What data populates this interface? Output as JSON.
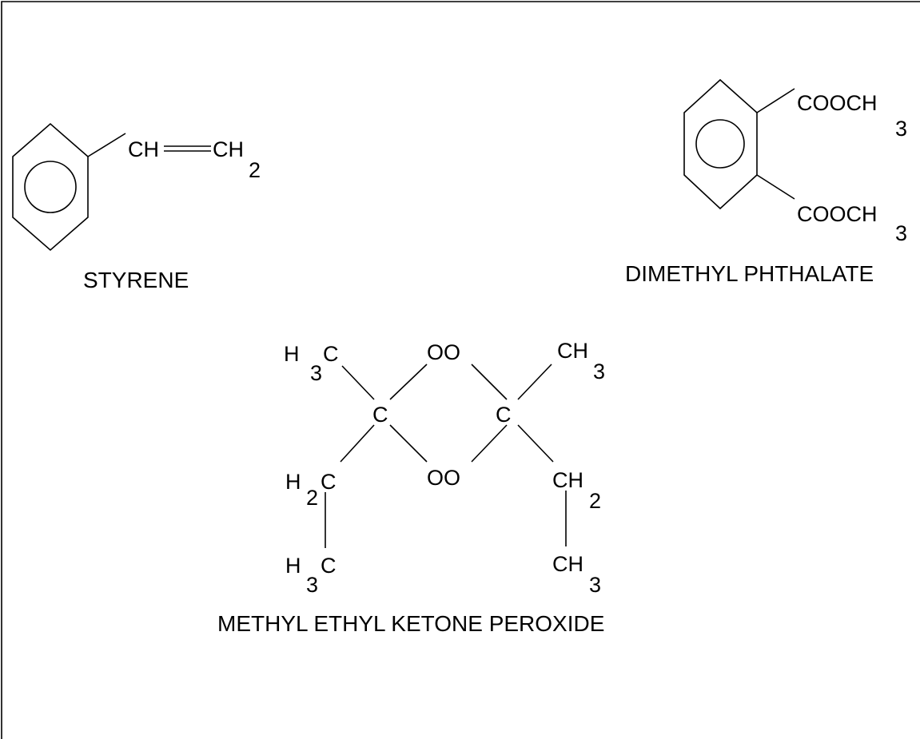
{
  "styrene": {
    "name": "STYRENE",
    "vinyl": {
      "ch": "CH",
      "ch2_main": "CH",
      "ch2_sub": "2"
    }
  },
  "dimethyl_phthalate": {
    "name": "DIMETHYL PHTHALATE",
    "ester_top": {
      "main": "COOCH",
      "sub": "3"
    },
    "ester_bottom": {
      "main": "COOCH",
      "sub": "3"
    }
  },
  "mekp": {
    "name": "METHYL ETHYL KETONE PEROXIDE",
    "top_left_methyl": {
      "pre": "H",
      "sub": "3",
      "post": "C"
    },
    "top_right_methyl": {
      "main": "CH",
      "sub": "3"
    },
    "peroxide_top": "OO",
    "peroxide_bottom": "OO",
    "carbon_left": "C",
    "carbon_right": "C",
    "left_methylene": {
      "pre": "H",
      "sub": "2",
      "post": "C"
    },
    "left_methyl": {
      "pre": "H",
      "sub": "3",
      "post": "C"
    },
    "right_methylene": {
      "main": "CH",
      "sub": "2"
    },
    "right_methyl": {
      "main": "CH",
      "sub": "3"
    }
  }
}
